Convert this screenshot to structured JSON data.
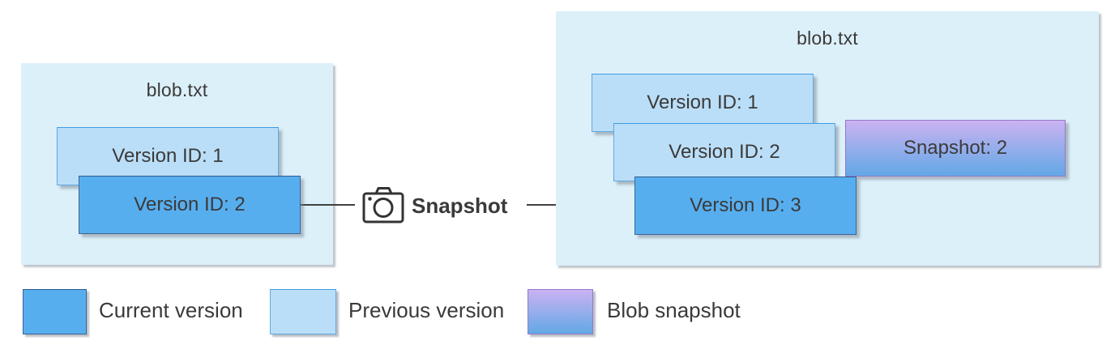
{
  "diagram": {
    "left_panel": {
      "title": "blob.txt",
      "boxes": [
        {
          "label": "Version ID: 1",
          "type": "previous"
        },
        {
          "label": "Version ID: 2",
          "type": "current"
        }
      ]
    },
    "connector": {
      "icon": "camera-icon",
      "label": "Snapshot"
    },
    "right_panel": {
      "title": "blob.txt",
      "boxes": [
        {
          "label": "Version ID: 1",
          "type": "previous"
        },
        {
          "label": "Version ID: 2",
          "type": "previous"
        },
        {
          "label": "Snapshot: 2",
          "type": "snapshot"
        },
        {
          "label": "Version ID: 3",
          "type": "current"
        }
      ]
    },
    "legend": [
      {
        "label": "Current version",
        "type": "current"
      },
      {
        "label": "Previous version",
        "type": "previous"
      },
      {
        "label": "Blob snapshot",
        "type": "snapshot"
      }
    ]
  },
  "colors": {
    "panel_bg": "#dcf0fa",
    "previous_fill": "#bbdef8",
    "previous_border": "#5fa8e0",
    "current_fill": "#57aeef",
    "current_border": "#3c6494",
    "snapshot_top": "#cbb2f2",
    "snapshot_bottom": "#62a8e5",
    "snapshot_border": "#9678c8",
    "arrow": "#404040",
    "text": "#3b3a39"
  }
}
